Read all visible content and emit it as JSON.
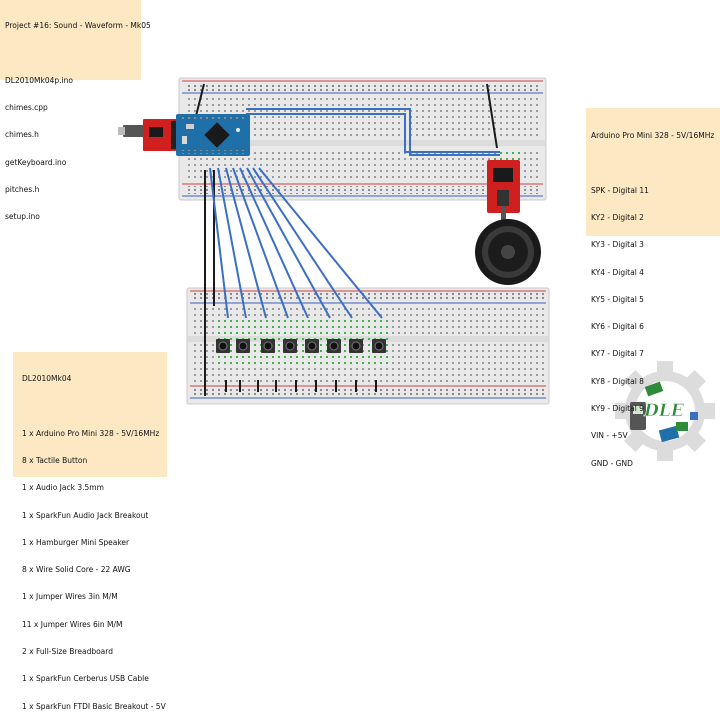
{
  "project_note": {
    "title": "Project #16: Sound - Waveform - Mk05",
    "files": [
      "DL2010Mk04p.ino",
      "chimes.cpp",
      "chimes.h",
      "getKeyboard.ino",
      "pitches.h",
      "setup.ino"
    ]
  },
  "pin_note": {
    "title": "Arduino Pro Mini 328 - 5V/16MHz",
    "pins": [
      "SPK - Digital 11",
      "KY2 - Digital 2",
      "KY3 - Digital 3",
      "KY4 - Digital 4",
      "KY5 - Digital 5",
      "KY6 - Digital 6",
      "KY7 - Digital 7",
      "KY8 - Digital 8",
      "KY9 - Digital 9",
      "VIN - +5V",
      "GND - GND"
    ]
  },
  "parts_note": {
    "title": "DL2010Mk04",
    "parts": [
      "1 x Arduino Pro Mini 328 - 5V/16MHz",
      "8 x Tactile Button",
      "1 x Audio Jack 3.5mm",
      "1 x SparkFun Audio Jack Breakout",
      "1 x Hamburger Mini Speaker",
      "8 x Wire Solid Core - 22 AWG",
      "1 x Jumper Wires 3in M/M",
      "11 x Jumper Wires 6in M/M",
      "2 x Full-Size Breadboard",
      "1 x SparkFun Cerberus USB Cable",
      "1 x SparkFun FTDI Basic Breakout - 5V"
    ]
  },
  "logo": {
    "text": "DLE"
  },
  "colors": {
    "note_bg": "#fce9c4",
    "breadboard": "#e8e8e8",
    "rail_red": "#d04040",
    "rail_blue": "#4060c0",
    "wire_blue": "#3a6fc4",
    "wire_black": "#1a1a1a",
    "arduino": "#1f6fa8",
    "ftdi": "#d01f1f",
    "logo_gear": "#d9d9d9",
    "logo_text": "#2e8b3a"
  }
}
